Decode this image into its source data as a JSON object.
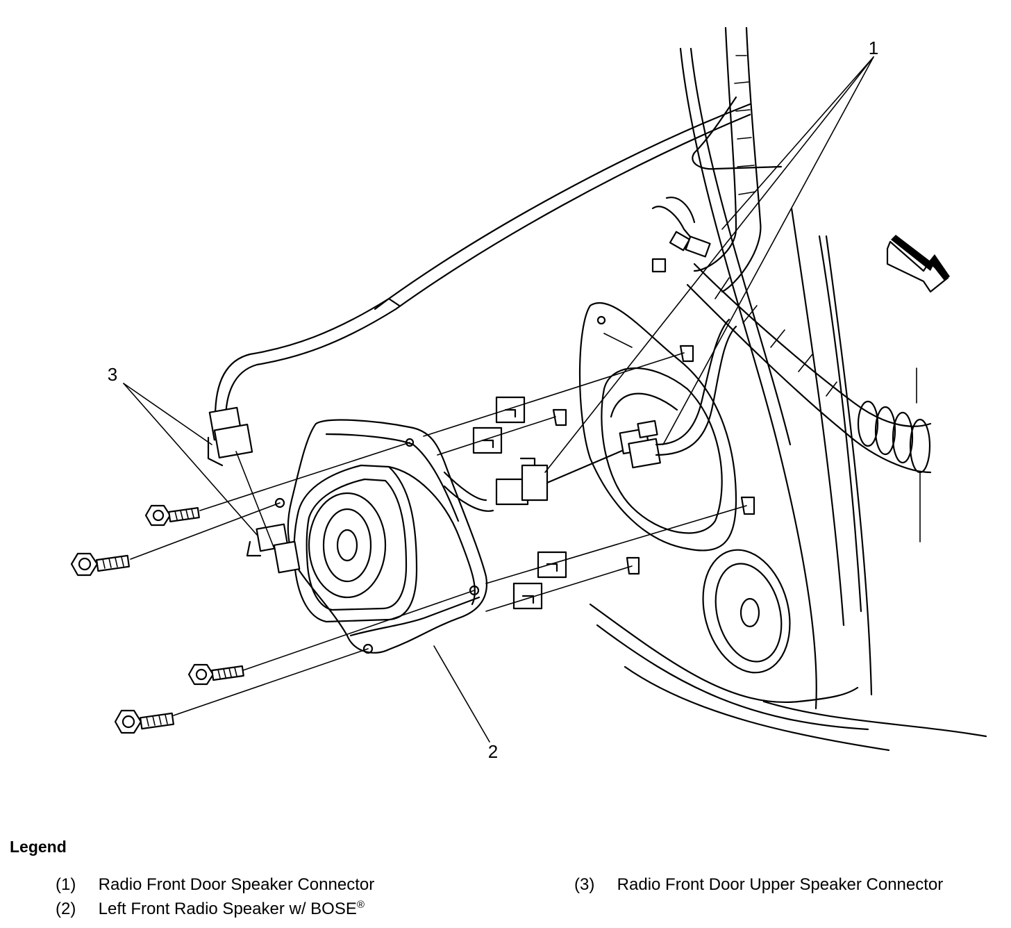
{
  "callouts": {
    "c1": "1",
    "c2": "2",
    "c3": "3"
  },
  "legend": {
    "title": "Legend",
    "items": [
      {
        "num": "(1)",
        "text": "Radio Front Door Speaker Connector",
        "sup": ""
      },
      {
        "num": "(2)",
        "text": "Left Front Radio Speaker w/ BOSE",
        "sup": "®"
      },
      {
        "num": "(3)",
        "text": "Radio Front Door Upper Speaker Connector",
        "sup": ""
      }
    ]
  }
}
